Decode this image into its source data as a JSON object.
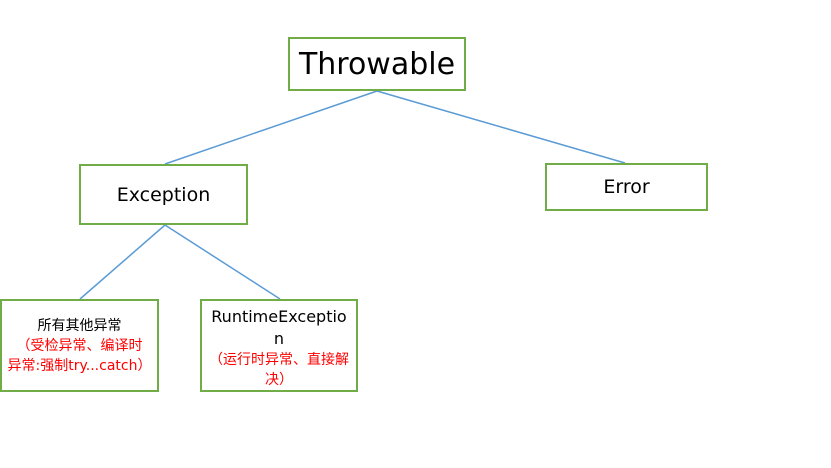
{
  "nodes": {
    "throwable": {
      "label": "Throwable"
    },
    "exception": {
      "label": "Exception"
    },
    "error": {
      "label": "Error"
    },
    "checked": {
      "label": "所有其他异常",
      "note_line1": "（受检异常、编译时",
      "note_line2": "异常:强制try...catch）"
    },
    "runtime": {
      "label": "RuntimeException",
      "note": "（运行时异常、直接解决）"
    }
  },
  "colors": {
    "node_border": "#70ad47",
    "connector": "#5b9bd5",
    "note_text": "#ff0000"
  }
}
